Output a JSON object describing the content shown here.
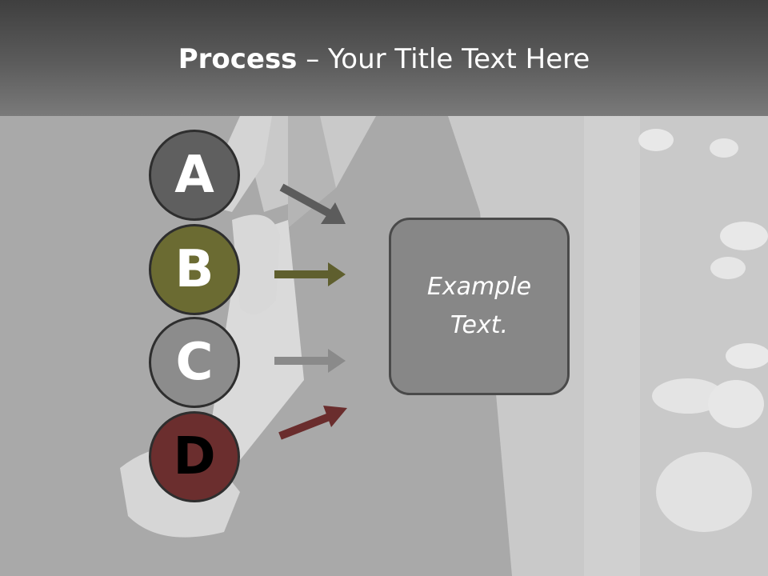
{
  "title": {
    "bold_part": "Process",
    "rest": " – Your Title Text Here"
  },
  "steps": [
    {
      "letter": "A",
      "fill": "#5f5f5f",
      "text_color": "#ffffff",
      "arrow_color": "#5c5c5c"
    },
    {
      "letter": "B",
      "fill": "#6b6b32",
      "text_color": "#ffffff",
      "arrow_color": "#5f5f2e"
    },
    {
      "letter": "C",
      "fill": "#8c8c8c",
      "text_color": "#ffffff",
      "arrow_color": "#8a8a8a"
    },
    {
      "letter": "D",
      "fill": "#6b2e2e",
      "text_color": "#000000",
      "arrow_color": "#6a2d2d"
    }
  ],
  "box": {
    "text": "Example Text."
  },
  "colors": {
    "header_dark": "#3f3f3f",
    "box_fill": "#878787"
  }
}
